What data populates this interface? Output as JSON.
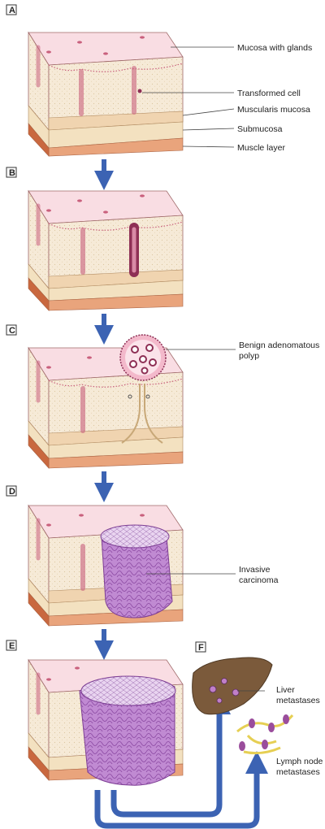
{
  "panels": {
    "A": "A",
    "B": "B",
    "C": "C",
    "D": "D",
    "E": "E",
    "F": "F"
  },
  "labels": {
    "mucosa_with_glands": "Mucosa with glands",
    "transformed_cell": "Transformed cell",
    "muscularis_mucosa": "Muscularis mucosa",
    "submucosa": "Submucosa",
    "muscle_layer": "Muscle layer",
    "polyp_line1": "Benign adenomatous",
    "polyp_line2": "polyp",
    "carcinoma_line1": "Invasive",
    "carcinoma_line2": "carcinoma",
    "liver_line1": "Liver",
    "liver_line2": "metastases",
    "lymph_line1": "Lymph node",
    "lymph_line2": "metastases"
  },
  "colors": {
    "mucosa_top": "#f9dde3",
    "mucosa_side": "#f6ead7",
    "submucosa": "#f3e1c0",
    "muscularis": "#e9b99a",
    "muscle": "#d9805f",
    "gland": "#c9607d",
    "transformed": "#8e2f55",
    "tumor": "#b57ecb",
    "arrow": "#3c63b3",
    "liver": "#7b5a3b",
    "node": "#9a4d9c"
  }
}
